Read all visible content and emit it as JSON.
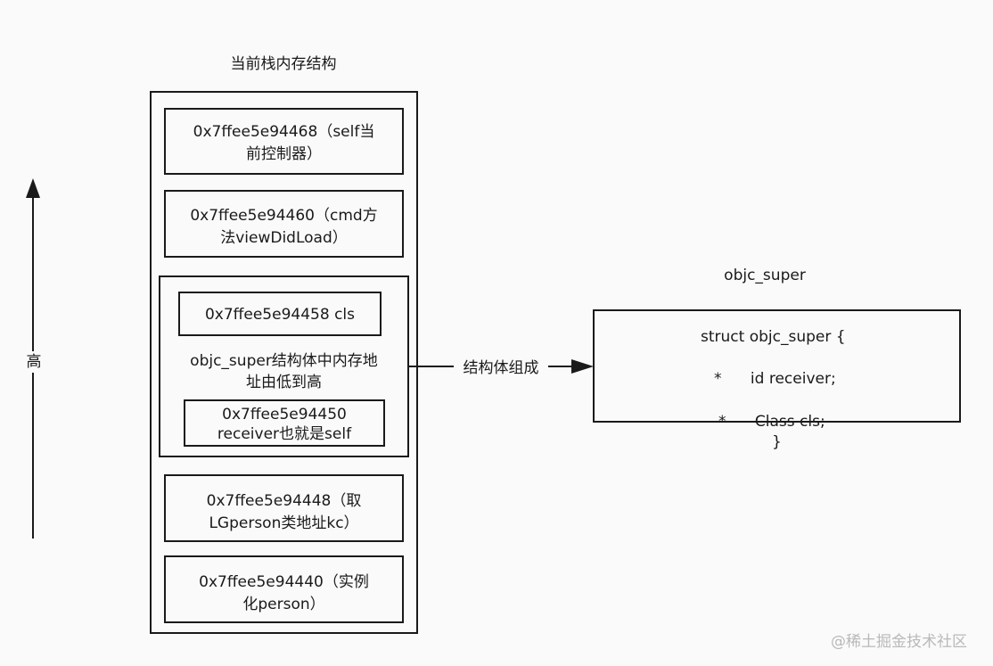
{
  "stack": {
    "title": "当前栈内存结构",
    "cells": [
      {
        "line1": "0x7ffee5e94468（self当",
        "line2": "前控制器）"
      },
      {
        "line1": "0x7ffee5e94460（cmd方",
        "line2": "法viewDidLoad）"
      }
    ],
    "group": {
      "cls": "0x7ffee5e94458 cls",
      "desc_line1": "objc_super结构体中内存地",
      "desc_line2": "址由低到高",
      "receiver_line1": "0x7ffee5e94450",
      "receiver_line2": "receiver也就是self"
    },
    "cells_below": [
      {
        "line1": "0x7ffee5e94448（取",
        "line2": "LGperson类地址kc）"
      },
      {
        "line1": "0x7ffee5e94440（实例",
        "line2": "化person）"
      }
    ]
  },
  "axis": {
    "label": "高"
  },
  "connector": {
    "label": "结构体组成"
  },
  "struct": {
    "title": "objc_super",
    "line1": "struct objc_super {",
    "line2": "*      id receiver;",
    "line3": "*      Class cls;",
    "line4": "}"
  },
  "watermark": "@稀土掘金技术社区"
}
